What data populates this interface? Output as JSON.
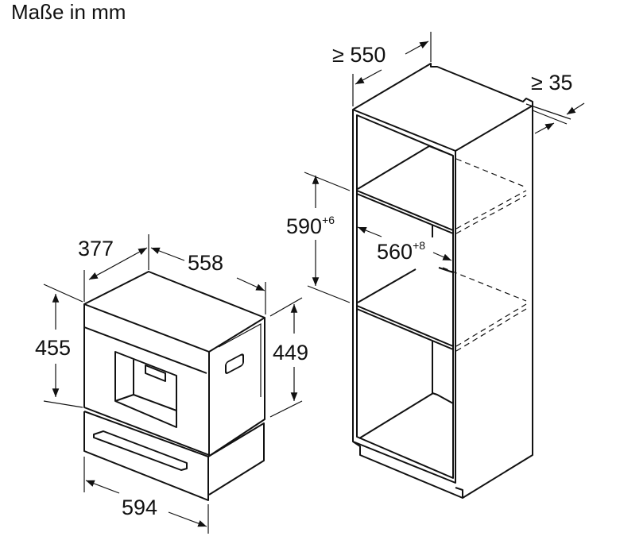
{
  "title": "Maße in mm",
  "appliance": {
    "depth": "377",
    "width_depth": "558",
    "height_front": "455",
    "height_side": "449",
    "width": "594"
  },
  "cabinet": {
    "depth": "≥ 550",
    "gap": "≥ 35",
    "niche_height": "590",
    "niche_height_tol": "+6",
    "niche_width": "560",
    "niche_width_tol": "+8"
  },
  "colors": {
    "line": "#111111",
    "background": "#ffffff"
  }
}
